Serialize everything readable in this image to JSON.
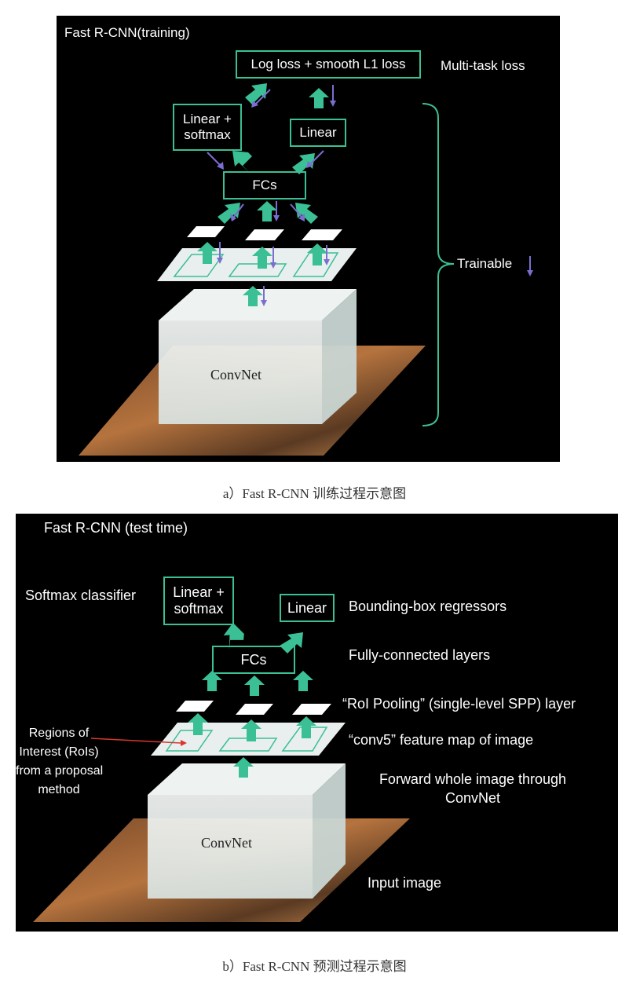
{
  "panel_a": {
    "title": "Fast R-CNN(training)",
    "loss_box": "Log loss + smooth L1 loss",
    "multitask_label": "Multi-task loss",
    "linear_softmax": [
      "Linear +",
      "softmax"
    ],
    "linear": "Linear",
    "fcs": "FCs",
    "trainable": "Trainable",
    "convnet": "ConvNet",
    "caption": "a）Fast R-CNN 训练过程示意图"
  },
  "panel_b": {
    "title": "Fast R-CNN (test time)",
    "softmax_classifier": "Softmax classifier",
    "linear_softmax": [
      "Linear +",
      "softmax"
    ],
    "linear": "Linear",
    "bbox_regressors": "Bounding-box regressors",
    "fcs": "FCs",
    "fc_layers": "Fully-connected layers",
    "roi_pooling": "“RoI Pooling” (single-level SPP) layer",
    "conv5": "“conv5” feature map of image",
    "rois": [
      "Regions of",
      "Interest (RoIs)",
      "from a proposal",
      "method"
    ],
    "forward": [
      "Forward whole image through",
      "ConvNet"
    ],
    "convnet": "ConvNet",
    "input_image": "Input image",
    "caption": "b）Fast R-CNN 预测过程示意图"
  },
  "colors": {
    "accent_green": "#3bbf94",
    "arrow_purple": "#7a6fd0",
    "roi_red": "#d9362e",
    "background": "#000000"
  }
}
